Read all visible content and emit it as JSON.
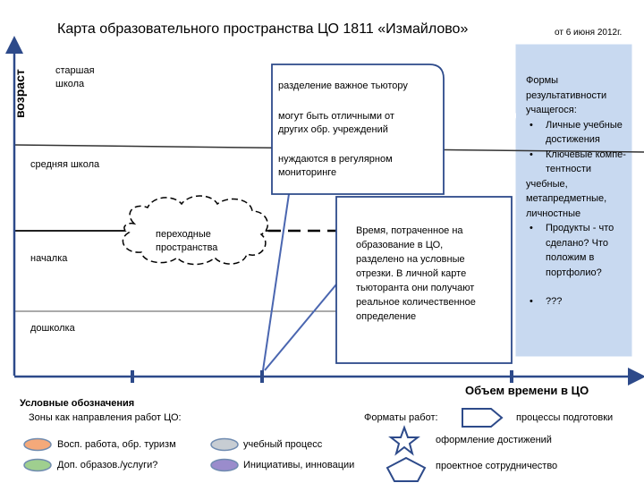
{
  "title": "Карта образовательного пространства ЦО 1811 «Измайлово»",
  "date": "от 6 июня 2012г.",
  "y_axis_label": "возраст",
  "x_axis_label": "Объем времени в ЦО",
  "zones": {
    "senior": "старшая школа",
    "middle": "средняя школа",
    "primary": "началка",
    "preschool": "дошколка"
  },
  "cloud_label": "переходные пространства",
  "tutor_box": {
    "line1": "разделение важное тьютору",
    "line2": "могут быть отличными от других обр. учреждений",
    "line3": "нуждаются в регулярном мониторинге"
  },
  "time_box": "Время, потраченное на образование в ЦО, разделено на условные отрезки. В личной карте тьюторанта они получают реальное количественное определение",
  "results_panel": {
    "heading": "Формы результативности учащегося:",
    "items": [
      "Личные учебные достижения",
      "Ключевые компе-тентности",
      "учебные, метапредметные, личностные",
      "Продукты - что сделано? Что положим в портфолио?",
      "???"
    ]
  },
  "legend": {
    "title": "Условные обозначения",
    "subtitle": "Зоны как  направления работ ЦО:",
    "items": [
      {
        "label": "Восп. работа, обр. туризм",
        "color": "#f4a97a"
      },
      {
        "label": "учебный процесс",
        "color": "#c7cdd3"
      },
      {
        "label": "Доп. образов./услуги?",
        "color": "#9fcf8f"
      },
      {
        "label": "Инициативы, инновации",
        "color": "#9a8ccc"
      }
    ],
    "formats_label": "Форматы работ:",
    "formats": [
      {
        "label": "процессы подготовки",
        "icon": "pentagon-arrow-icon"
      },
      {
        "label": "оформление достижений",
        "icon": "star-icon"
      },
      {
        "label": "проектное сотрудничество",
        "icon": "pentagon-icon"
      }
    ]
  },
  "colors": {
    "axis": "#2d4a8a",
    "connector": "#4a66b0",
    "panel": "#c8d9f0"
  }
}
